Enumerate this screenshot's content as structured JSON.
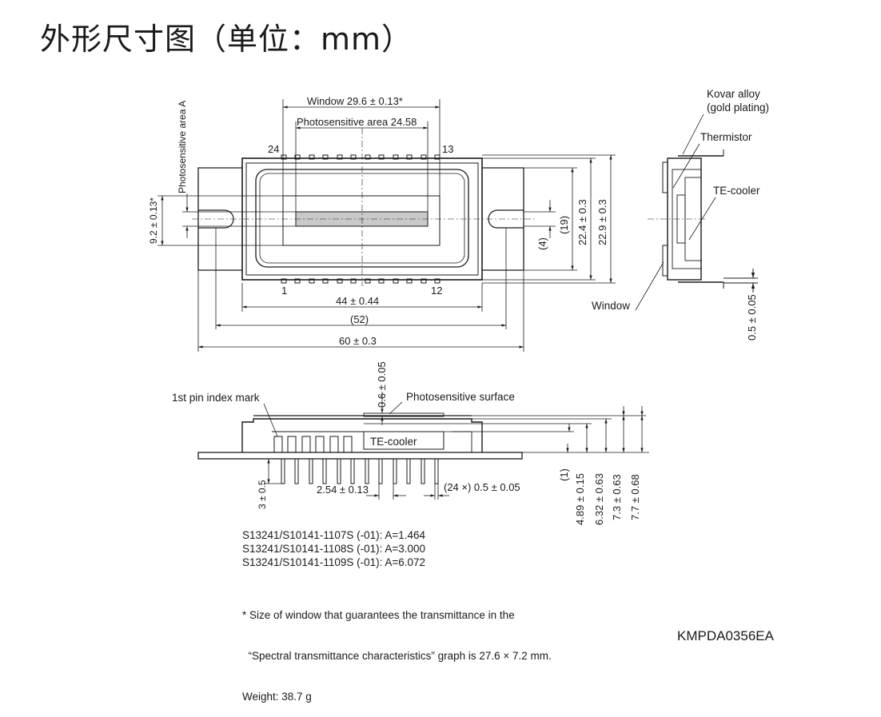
{
  "title": "外形尺寸图（单位：mm）",
  "top_view": {
    "window": "Window 29.6 ± 0.13*",
    "photosensitive_area": "Photosensitive area 24.58",
    "photosensitive_area_a": "Photosensitive area A",
    "pin_24": "24",
    "pin_13": "13",
    "pin_1": "1",
    "pin_12": "12",
    "dim_9_2": "9.2 ± 0.13*",
    "dim_4": "(4)",
    "dim_19": "(19)",
    "dim_22_4": "22.4 ± 0.3",
    "dim_22_9": "22.9 ± 0.3",
    "dim_44": "44 ± 0.44",
    "dim_52": "(52)",
    "dim_60": "60 ± 0.3"
  },
  "side_view": {
    "kovar_1": "Kovar alloy",
    "kovar_2": "(gold plating)",
    "thermistor": "Thermistor",
    "te_cooler": "TE-cooler",
    "window": "Window",
    "dim_0_5": "0.5 ± 0.05"
  },
  "front_view": {
    "dim_0_6": "0.6 ± 0.05",
    "pin_index": "1st pin index mark",
    "photosensitive_surface": "Photosensitive surface",
    "te_cooler": "TE-cooler",
    "dim_3": "3 ± 0.5",
    "dim_2_54": "2.54 ± 0.13",
    "dim_24x": "(24 ×) 0.5 ± 0.05",
    "dim_1": "(1)",
    "dim_4_89": "4.89 ± 0.15",
    "dim_6_32": "6.32 ± 0.63",
    "dim_7_3": "7.3 ± 0.63",
    "dim_7_7": "7.7 ± 0.68"
  },
  "models": [
    "S13241/S10141-1107S (-01): A=1.464",
    "S13241/S10141-1108S (-01): A=3.000",
    "S13241/S10141-1109S (-01): A=6.072"
  ],
  "notes": [
    "* Size of window that guarantees the transmittance in the",
    "  “Spectral transmittance characteristics” graph is 27.6 × 7.2 mm.",
    "Weight: 38.7 g"
  ],
  "drawing_code": "KMPDA0356EA"
}
